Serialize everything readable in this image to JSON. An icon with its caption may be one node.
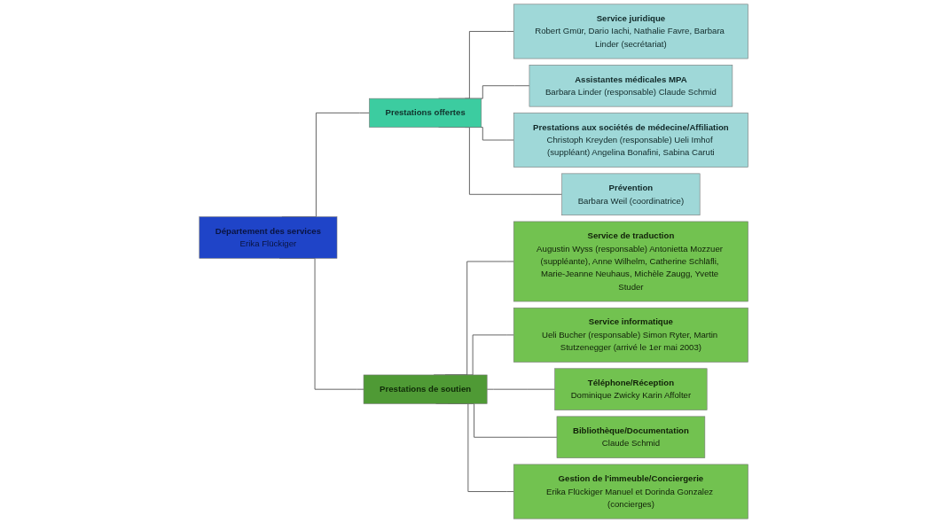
{
  "diagram": {
    "nodes": [
      {
        "text": [
          "Département des services",
          "Erika Flückiger"
        ]
      },
      {
        "text": [
          "Prestations offertes"
        ]
      },
      {
        "text": [
          "Prestations de soutien"
        ]
      },
      {
        "text": [
          "Service juridique",
          "Robert Gmür, Dario Iachi, Nathalie Favre, Barbara Linder (secrétariat)"
        ]
      },
      {
        "text": [
          "Assistantes médicales MPA",
          "Barbara Linder (responsable) Claude Schmid"
        ]
      },
      {
        "text": [
          "Prestations aux sociétés de médecine/Affiliation",
          "Christoph Kreyden (responsable) Ueli Imhof (suppléant) Angelina Bonafini, Sabina Caruti"
        ]
      },
      {
        "text": [
          "Prévention",
          "Barbara Weil (coordinatrice)"
        ]
      },
      {
        "text": [
          "Service de traduction",
          "Augustin Wyss (responsable) Antonietta Mozzuer (suppléante), Anne Wilhelm, Catherine Schläfli, Marie-Jeanne Neuhaus, Michèle Zaugg, Yvette Studer"
        ]
      },
      {
        "text": [
          "Service informatique",
          "Ueli Bucher (responsable) Simon Ryter, Martin Stutzenegger (arrivé le 1er mai 2003)"
        ]
      },
      {
        "text": [
          "Téléphone/Réception",
          "Dominique Zwicky Karin Affolter"
        ]
      },
      {
        "text": [
          "Bibliothèque/Documentation",
          "Claude Schmid"
        ]
      },
      {
        "text": [
          "Gestion de l'immeuble/Conciergerie",
          "Erika Flückiger Manuel et Dorinda Gonzalez (concierges)"
        ]
      }
    ],
    "edges": [
      {
        "from": 0,
        "to": 1,
        "arrow": "none"
      },
      {
        "from": 0,
        "to": 2,
        "arrow": "none"
      },
      {
        "from": 1,
        "to": 3,
        "arrow": "none"
      },
      {
        "from": 1,
        "to": 4,
        "arrow": "none"
      },
      {
        "from": 1,
        "to": 5,
        "arrow": "none"
      },
      {
        "from": 1,
        "to": 6,
        "arrow": "none"
      },
      {
        "from": 2,
        "to": 7,
        "arrow": "none"
      },
      {
        "from": 2,
        "to": 8,
        "arrow": "none"
      },
      {
        "from": 2,
        "to": 9,
        "arrow": "none"
      },
      {
        "from": 2,
        "to": 10,
        "arrow": "none"
      },
      {
        "from": 2,
        "to": 11,
        "arrow": "none"
      }
    ]
  }
}
